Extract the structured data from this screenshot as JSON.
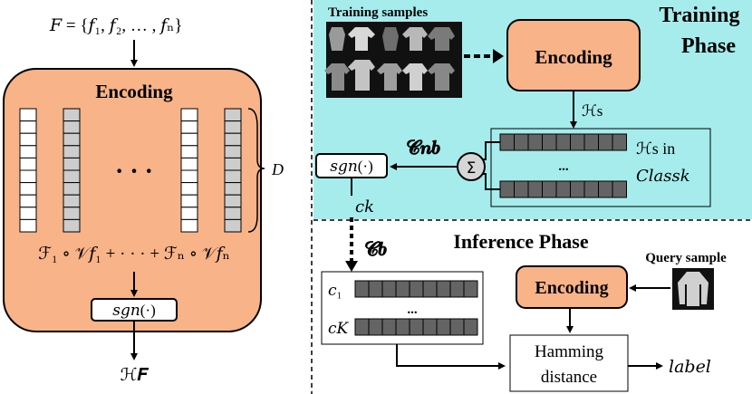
{
  "colors": {
    "orange": "#f8b388",
    "cyan": "#a6ecec",
    "cell_gray": "#cdcdcd",
    "cell_dark": "#646464",
    "line": "#000000"
  },
  "left": {
    "input_F": "𝑭",
    "input_eq": " = {𝑓",
    "input_set": "𝐹 = {𝑓₁, 𝑓₂, … , 𝑓ₙ}",
    "encoding_title": "Encoding",
    "dots": "· · ·",
    "dim_label": "D",
    "formula": "ℱ₁ ∘ 𝒱𝑓₁ + · · · + ℱₙ ∘ 𝒱𝑓ₙ",
    "sgn_label": "𝑠𝑔𝑛(·)",
    "output_label": "ℋ𝑭"
  },
  "training": {
    "samples_label": "Training samples",
    "encoding_label": "Encoding",
    "phase_line1": "Training",
    "phase_line2": "Phase",
    "hs_label": "ℋs",
    "hs_in_line1": "ℋs in",
    "hs_in_line2": "𝐶𝑙𝑎𝑠𝑠𝑘",
    "ellipsis": "...",
    "sigma": "Σ",
    "cnb_label": "𝓒𝒏𝒃",
    "sgn_label": "𝑠𝑔𝑛(·)",
    "ck_label": "𝑐𝑘"
  },
  "inference": {
    "phase_label": "Inference Phase",
    "cb_label": "𝓒𝒃",
    "c1_label": "𝑐₁",
    "cK_label": "𝑐𝐾",
    "ellipsis": "...",
    "query_label": "Query sample",
    "encoding_label": "Encoding",
    "hamming_line1": "Hamming",
    "hamming_line2": "distance",
    "output_label": "𝑙𝑎𝑏𝑒𝑙"
  }
}
